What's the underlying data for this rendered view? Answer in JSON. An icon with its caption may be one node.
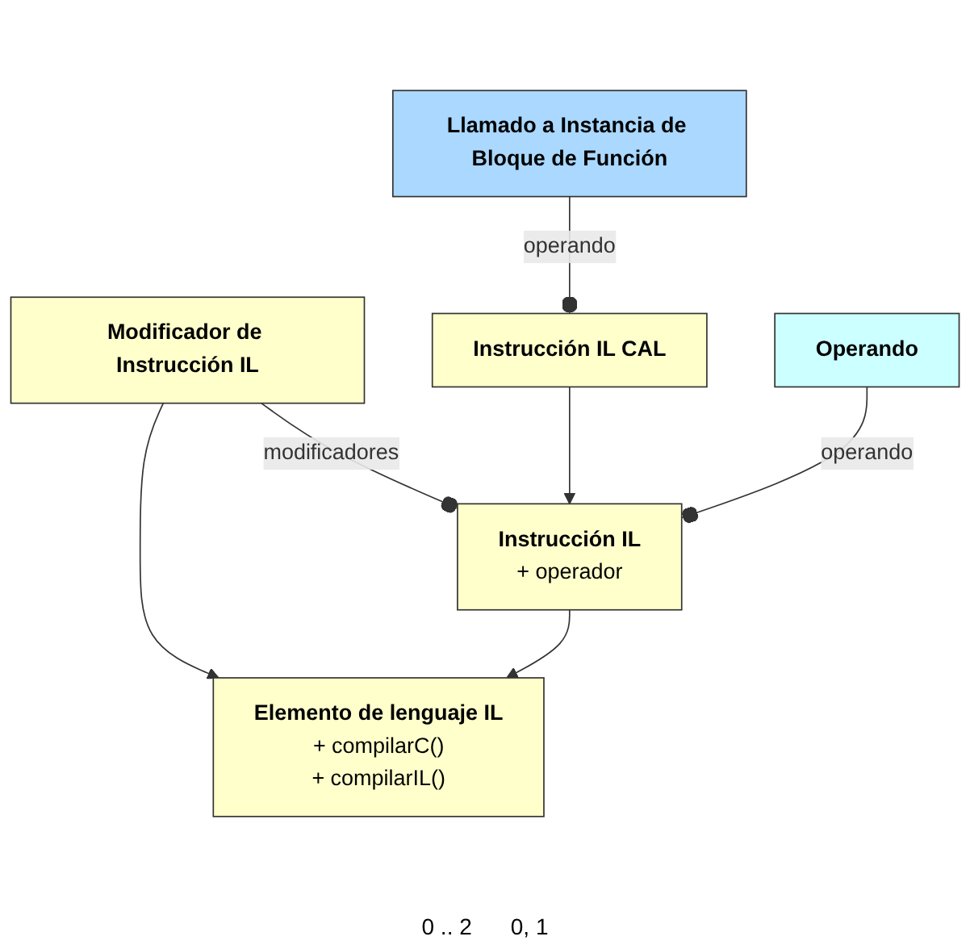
{
  "diagram": {
    "nodes": [
      {
        "text": [
          "Elemento de lenguaje IL",
          "+ compilarC()",
          "+ compilarIL()"
        ]
      },
      {
        "text": [
          "Instrucción IL",
          "+ operador"
        ]
      },
      {
        "text": [
          "Modificador de Instrucción IL"
        ]
      },
      {
        "text": [
          "Instrucción IL CAL"
        ]
      },
      {
        "text": [
          "Llamado a Instancia de Bloque de Función"
        ]
      },
      {
        "text": [
          "Operando"
        ]
      }
    ],
    "edges": [
      {
        "from": 1,
        "to": 0,
        "arrow": "to"
      },
      {
        "from": 2,
        "to": 0,
        "arrow": "to"
      },
      {
        "from": 2,
        "to": 1,
        "arrow": "other",
        "label": "modificadores"
      },
      {
        "from": 5,
        "to": 1,
        "arrow": "other",
        "label": "operando"
      },
      {
        "from": 3,
        "to": 1,
        "arrow": "to"
      },
      {
        "from": 4,
        "to": 3,
        "arrow": "other",
        "label": "operando"
      }
    ],
    "labels": [
      "0 .. 2",
      "0, 1"
    ]
  }
}
